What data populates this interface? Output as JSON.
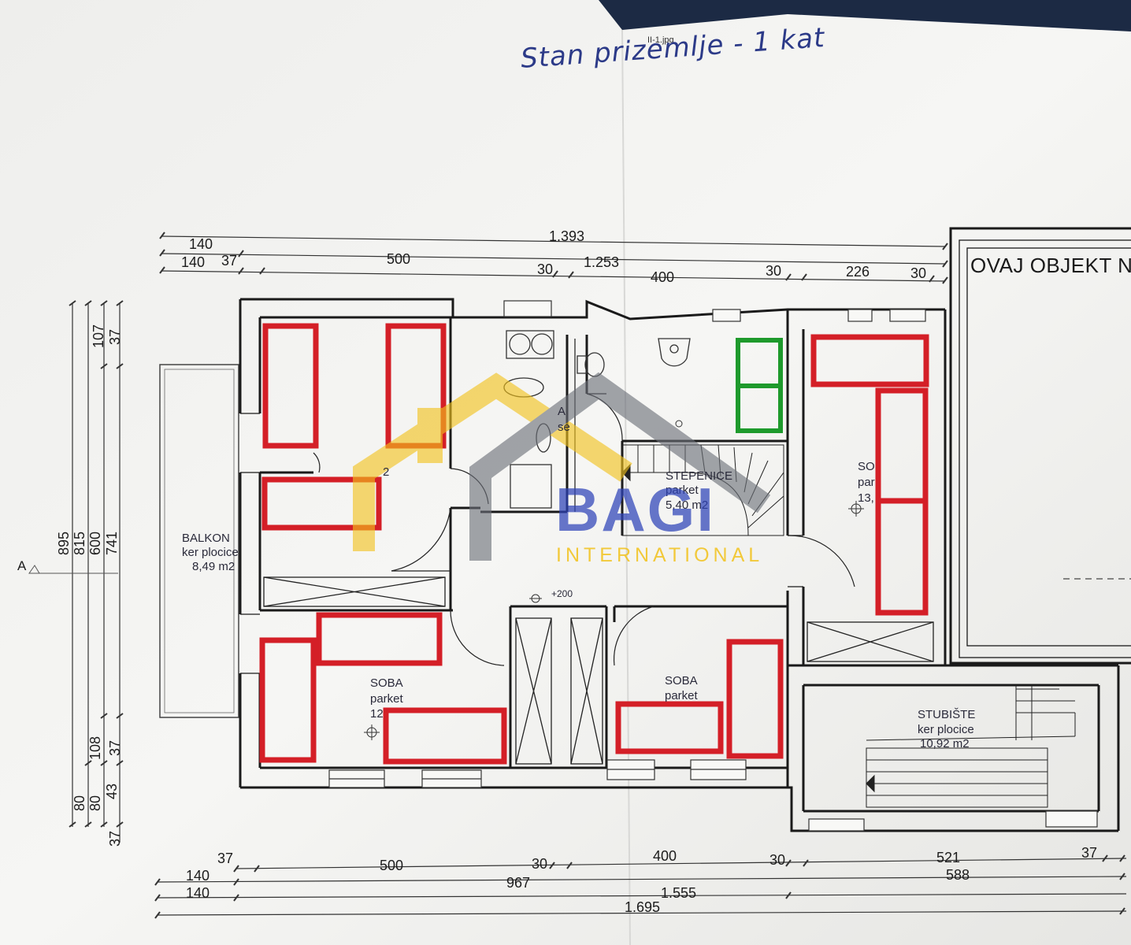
{
  "image": {
    "filename": "II-1.jpg"
  },
  "handwritten_note": "Stan prizemlje - 1 kat",
  "top_dimensions": {
    "row1": [
      "140",
      "1.393"
    ],
    "row2": [
      "140",
      "37",
      "1.253"
    ],
    "row3": [
      "500",
      "30",
      "400",
      "30",
      "226",
      "30"
    ]
  },
  "bottom_dimensions": {
    "row1": [
      "37",
      "500",
      "30",
      "400",
      "30",
      "521",
      "37"
    ],
    "row2": [
      "140",
      "967",
      "588"
    ],
    "row3": [
      "140",
      "1.555"
    ],
    "row4": [
      "1.695"
    ]
  },
  "left_dimensions": {
    "col1": [
      "895"
    ],
    "col2": [
      "815",
      "80"
    ],
    "col3": [
      "600",
      "108",
      "80"
    ],
    "col4": [
      "107",
      "37",
      "741",
      "37",
      "43",
      "37"
    ]
  },
  "section_marker": "A",
  "rooms": {
    "balkon": {
      "name": "BALKON",
      "floor": "ker plocice",
      "area": "8,49 m2"
    },
    "stepenice": {
      "name": "STEPENICE",
      "floor": "parket",
      "area": "5,40 m2"
    },
    "soba_left": {
      "name": "SOBA",
      "floor": "parket",
      "area": "12"
    },
    "soba_center": {
      "name": "SOBA",
      "floor": "parket"
    },
    "soba_right": {
      "name": "SO",
      "floor": "par",
      "area": "13,"
    },
    "stubiste": {
      "name": "STUBIŠTE",
      "floor": "ker plocice",
      "area": "10,92 m2"
    },
    "kupaonica_fragment": {
      "name": "A",
      "floor": "se"
    },
    "room_fragment": {
      "area": "2"
    },
    "corridor_level": "+200"
  },
  "neighbor_box": "OVAJ OBJEKT N",
  "watermark": {
    "brand": "BAGI",
    "subtitle": "INTERNATIONAL"
  },
  "colors": {
    "paper": "#f3f3f1",
    "background": "#1c2a44",
    "wall": "#1a1a1a",
    "furniture_red": "#d41f27",
    "furniture_green": "#1e9a2c",
    "watermark_blue": "#2e43b8",
    "watermark_yellow": "#f2c21b",
    "handwriting": "#2c3a88"
  }
}
